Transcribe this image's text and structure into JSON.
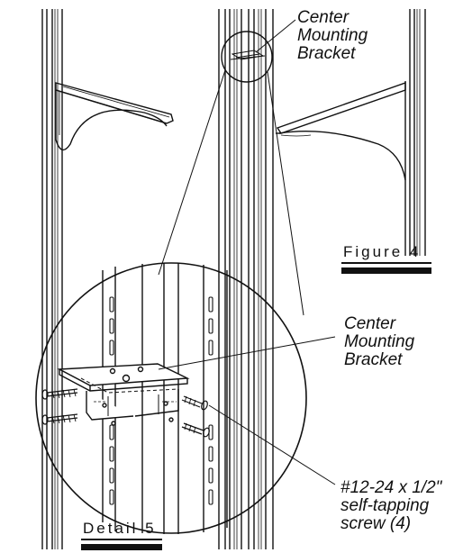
{
  "labels": {
    "center_bracket_top": [
      "Center",
      "Mounting",
      "Bracket"
    ],
    "center_bracket_detail": [
      "Center",
      "Mounting",
      "Bracket"
    ],
    "screw": [
      "#12-24 x 1/2\"",
      "self-tapping",
      "screw (4)"
    ]
  },
  "captions": {
    "figure": "Figure 4",
    "detail": "Detail 5"
  },
  "colors": {
    "ink": "#111111",
    "paper": "#ffffff"
  }
}
